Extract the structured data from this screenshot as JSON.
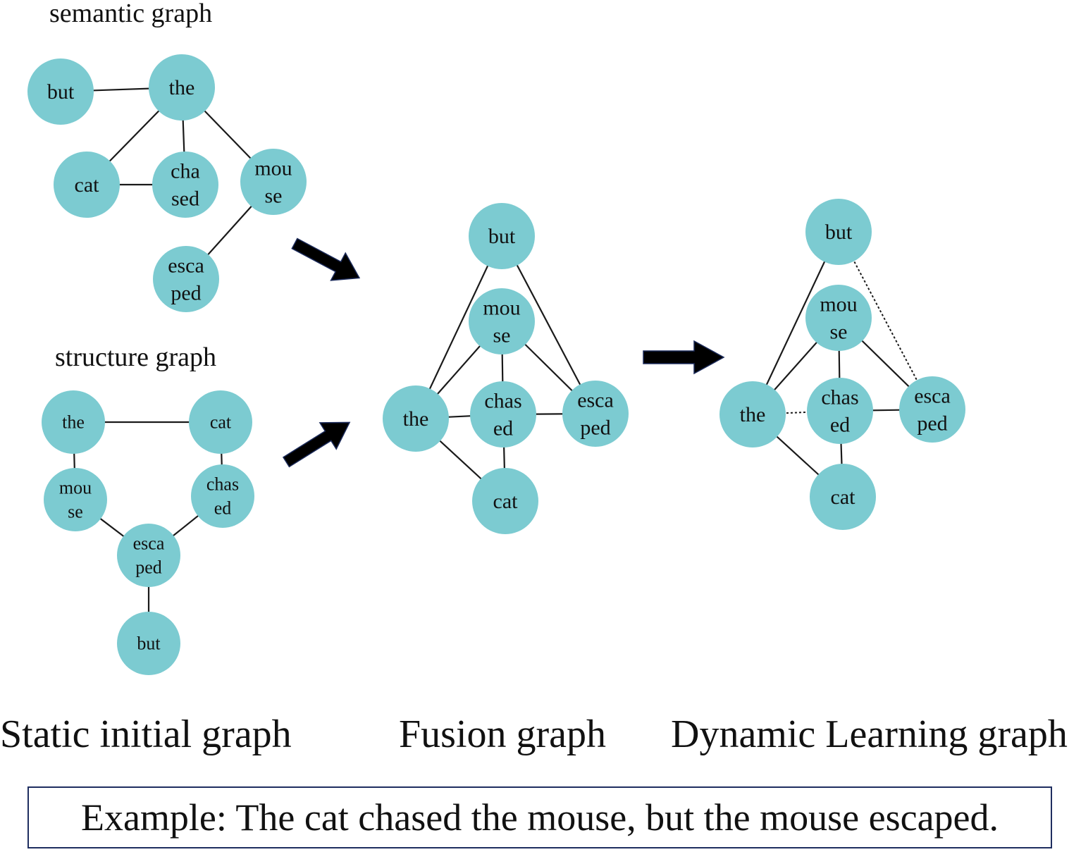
{
  "titles": {
    "semantic": "semantic graph",
    "structure": "structure graph"
  },
  "labels": {
    "static": "Static initial graph",
    "fusion": "Fusion graph",
    "dynamic": "Dynamic Learning graph"
  },
  "example": "Example: The cat chased the mouse, but the mouse escaped.",
  "colors": {
    "node": "#7ccbd1",
    "edge": "#1a1a1a",
    "arrow": "#000000",
    "caption_border": "#1f2e60"
  },
  "graphs": {
    "semantic": {
      "nodes": {
        "but": [
          "but"
        ],
        "the": [
          "the"
        ],
        "cat": [
          "cat"
        ],
        "chased": [
          "cha",
          "sed"
        ],
        "mouse": [
          "mou",
          "se"
        ],
        "escaped": [
          "esca",
          "ped"
        ]
      },
      "edges": [
        [
          "but",
          "the"
        ],
        [
          "the",
          "cat"
        ],
        [
          "the",
          "chased"
        ],
        [
          "cat",
          "chased"
        ],
        [
          "the",
          "mouse"
        ],
        [
          "mouse",
          "escaped"
        ]
      ],
      "dashed_edges": []
    },
    "structure": {
      "nodes": {
        "the": [
          "the"
        ],
        "cat": [
          "cat"
        ],
        "mouse": [
          "mou",
          "se"
        ],
        "chased": [
          "chas",
          "ed"
        ],
        "escaped": [
          "esca",
          "ped"
        ],
        "but": [
          "but"
        ]
      },
      "edges": [
        [
          "the",
          "cat"
        ],
        [
          "the",
          "mouse"
        ],
        [
          "cat",
          "chased"
        ],
        [
          "mouse",
          "escaped"
        ],
        [
          "chased",
          "escaped"
        ],
        [
          "escaped",
          "but"
        ]
      ],
      "dashed_edges": []
    },
    "fusion": {
      "nodes": {
        "but": [
          "but"
        ],
        "mouse": [
          "mou",
          "se"
        ],
        "the": [
          "the"
        ],
        "chased": [
          "chas",
          "ed"
        ],
        "escaped": [
          "esca",
          "ped"
        ],
        "cat": [
          "cat"
        ]
      },
      "edges": [
        [
          "the",
          "but"
        ],
        [
          "but",
          "escaped"
        ],
        [
          "the",
          "mouse"
        ],
        [
          "mouse",
          "chased"
        ],
        [
          "mouse",
          "escaped"
        ],
        [
          "the",
          "chased"
        ],
        [
          "chased",
          "escaped"
        ],
        [
          "the",
          "cat"
        ],
        [
          "chased",
          "cat"
        ]
      ],
      "dashed_edges": []
    },
    "dynamic": {
      "nodes": {
        "but": [
          "but"
        ],
        "mouse": [
          "mou",
          "se"
        ],
        "the": [
          "the"
        ],
        "chased": [
          "chas",
          "ed"
        ],
        "escaped": [
          "esca",
          "ped"
        ],
        "cat": [
          "cat"
        ]
      },
      "edges": [
        [
          "the",
          "but"
        ],
        [
          "the",
          "mouse"
        ],
        [
          "mouse",
          "chased"
        ],
        [
          "mouse",
          "escaped"
        ],
        [
          "chased",
          "escaped"
        ],
        [
          "the",
          "cat"
        ],
        [
          "chased",
          "cat"
        ]
      ],
      "dashed_edges": [
        [
          "but",
          "escaped"
        ],
        [
          "the",
          "chased"
        ]
      ]
    }
  }
}
